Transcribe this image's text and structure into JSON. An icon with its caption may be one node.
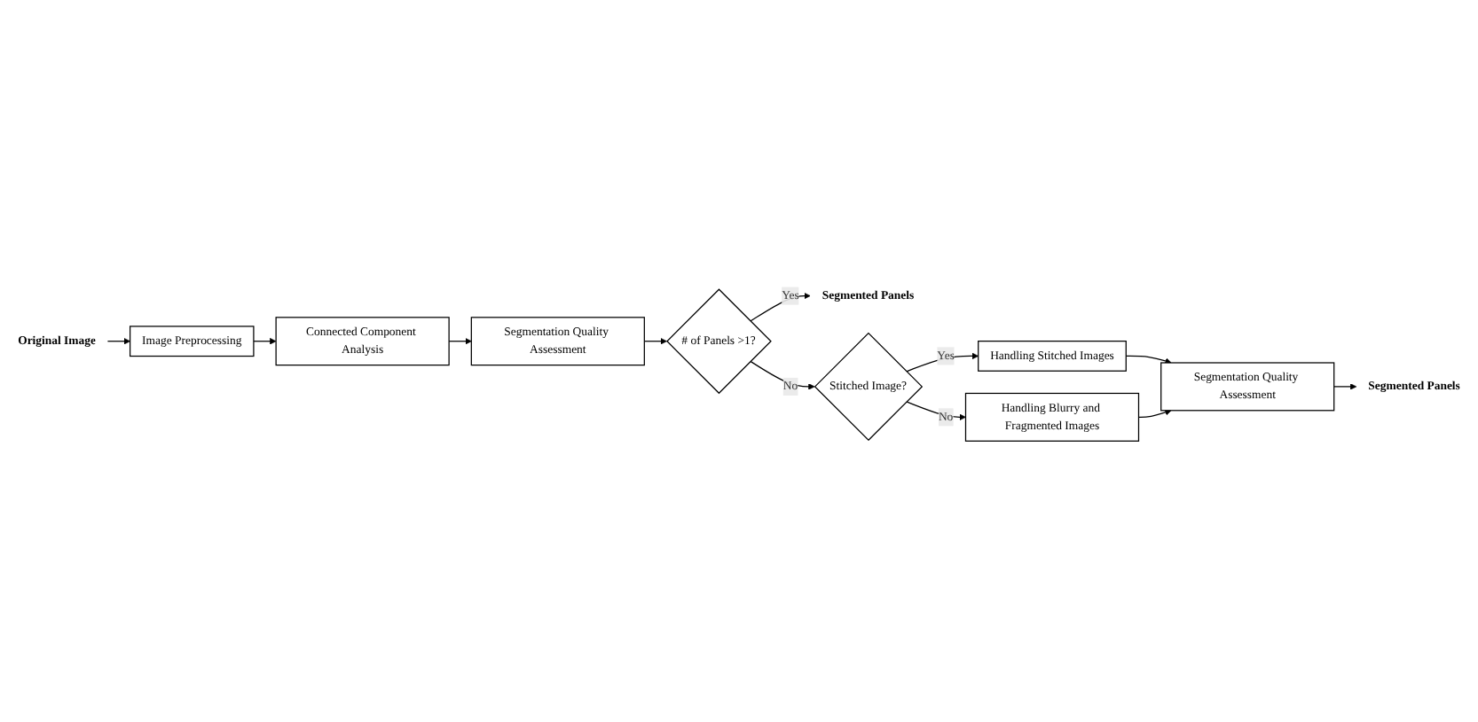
{
  "diagram": {
    "nodes": [
      {
        "text": [
          "Original Image"
        ]
      },
      {
        "text": [
          "Image Preprocessing"
        ]
      },
      {
        "text": [
          "Connected Component Analysis"
        ]
      },
      {
        "text": [
          "Segmentation Quality Assessment"
        ]
      },
      {
        "text": [
          "# of Panels >1?"
        ]
      },
      {
        "text": [
          "Segmented Panels"
        ]
      },
      {
        "text": [
          "Stitched Image?"
        ]
      },
      {
        "text": [
          "Handling Stitched Images"
        ]
      },
      {
        "text": [
          "Handling Blurry and Fragmented Images"
        ]
      },
      {
        "text": [
          "Segmentation Quality Assessment"
        ]
      },
      {
        "text": [
          "Segmented Panels"
        ]
      }
    ],
    "edges": [
      {
        "from": 0,
        "to": 1,
        "arrow": "to"
      },
      {
        "from": 1,
        "to": 2,
        "arrow": "to"
      },
      {
        "from": 2,
        "to": 3,
        "arrow": "to"
      },
      {
        "from": 3,
        "to": 4,
        "arrow": "to"
      },
      {
        "from": 4,
        "to": 5,
        "arrow": "to",
        "label": "Yes"
      },
      {
        "from": 4,
        "to": 6,
        "arrow": "to",
        "label": "No"
      },
      {
        "from": 6,
        "to": 7,
        "arrow": "to",
        "label": "Yes"
      },
      {
        "from": 6,
        "to": 8,
        "arrow": "to",
        "label": "No"
      },
      {
        "from": 7,
        "to": 9,
        "arrow": "to"
      },
      {
        "from": 8,
        "to": 9,
        "arrow": "to"
      },
      {
        "from": 9,
        "to": 10,
        "arrow": "to"
      }
    ]
  }
}
